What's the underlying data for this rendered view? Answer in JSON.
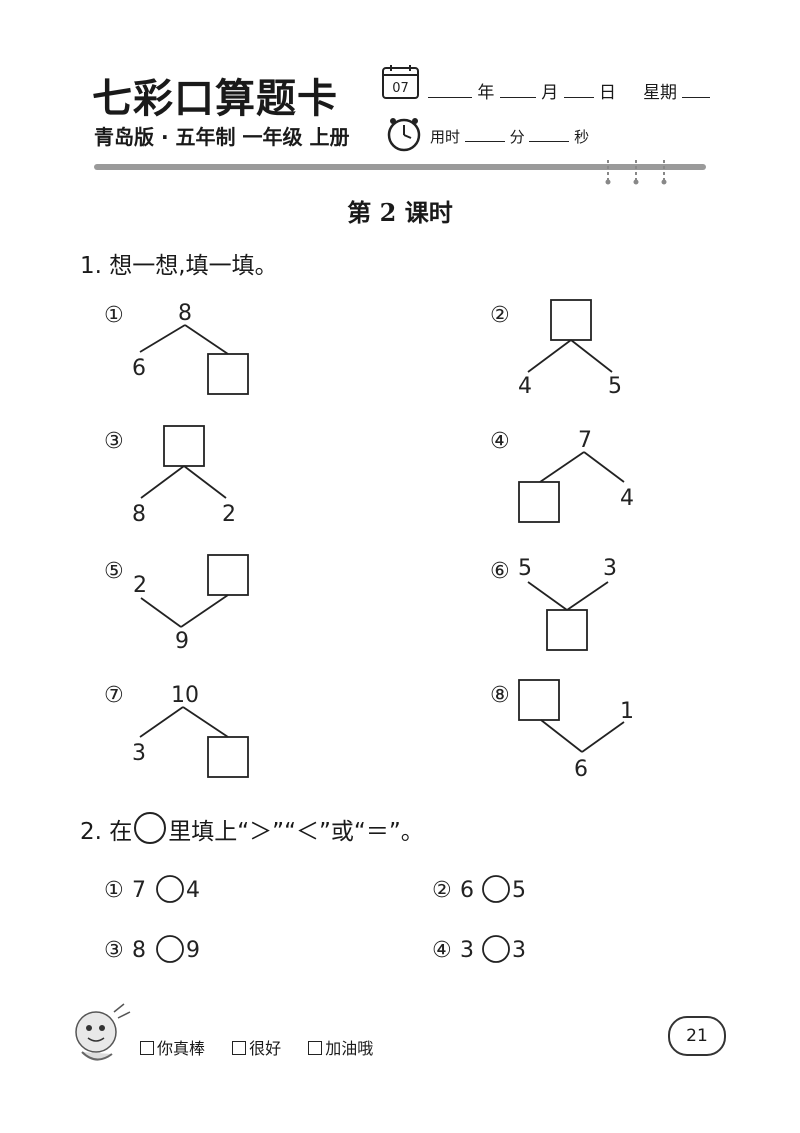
{
  "header": {
    "brand_title": "七彩口算题卡",
    "calendar_day": "07",
    "date_year_label": "年",
    "date_month_label": "月",
    "date_day_label": "日",
    "date_week_label": "星期",
    "edition": "青岛版 · 五年制 一年级 上册",
    "timer_label": "用时",
    "timer_min_label": "分",
    "timer_sec_label": "秒"
  },
  "lesson_title": "第 2 课时",
  "question1": {
    "title": "1. 想一想,填一填。",
    "items": [
      {
        "marker": "①",
        "top": "8",
        "left": "6",
        "right": ""
      },
      {
        "marker": "②",
        "top": "",
        "left": "4",
        "right": "5"
      },
      {
        "marker": "③",
        "top": "",
        "left": "8",
        "right": "2"
      },
      {
        "marker": "④",
        "top": "7",
        "left": "",
        "right": "4"
      },
      {
        "marker": "⑤",
        "left": "2",
        "right": "",
        "bottom": "9"
      },
      {
        "marker": "⑥",
        "left": "5",
        "right": "3",
        "bottom": ""
      },
      {
        "marker": "⑦",
        "top": "10",
        "left": "3",
        "right": ""
      },
      {
        "marker": "⑧",
        "left": "",
        "right": "1",
        "bottom": "6"
      }
    ]
  },
  "question2": {
    "title_prefix": "2. 在",
    "title_suffix": "里填上“＞”“＜”或“＝”。",
    "items": [
      {
        "marker": "①",
        "a": "7",
        "b": "4"
      },
      {
        "marker": "②",
        "a": "6",
        "b": "5"
      },
      {
        "marker": "③",
        "a": "8",
        "b": "9"
      },
      {
        "marker": "④",
        "a": "3",
        "b": "3"
      }
    ]
  },
  "footer": {
    "rating_options": [
      "你真棒",
      "很好",
      "加油哦"
    ],
    "page_number": "21"
  }
}
